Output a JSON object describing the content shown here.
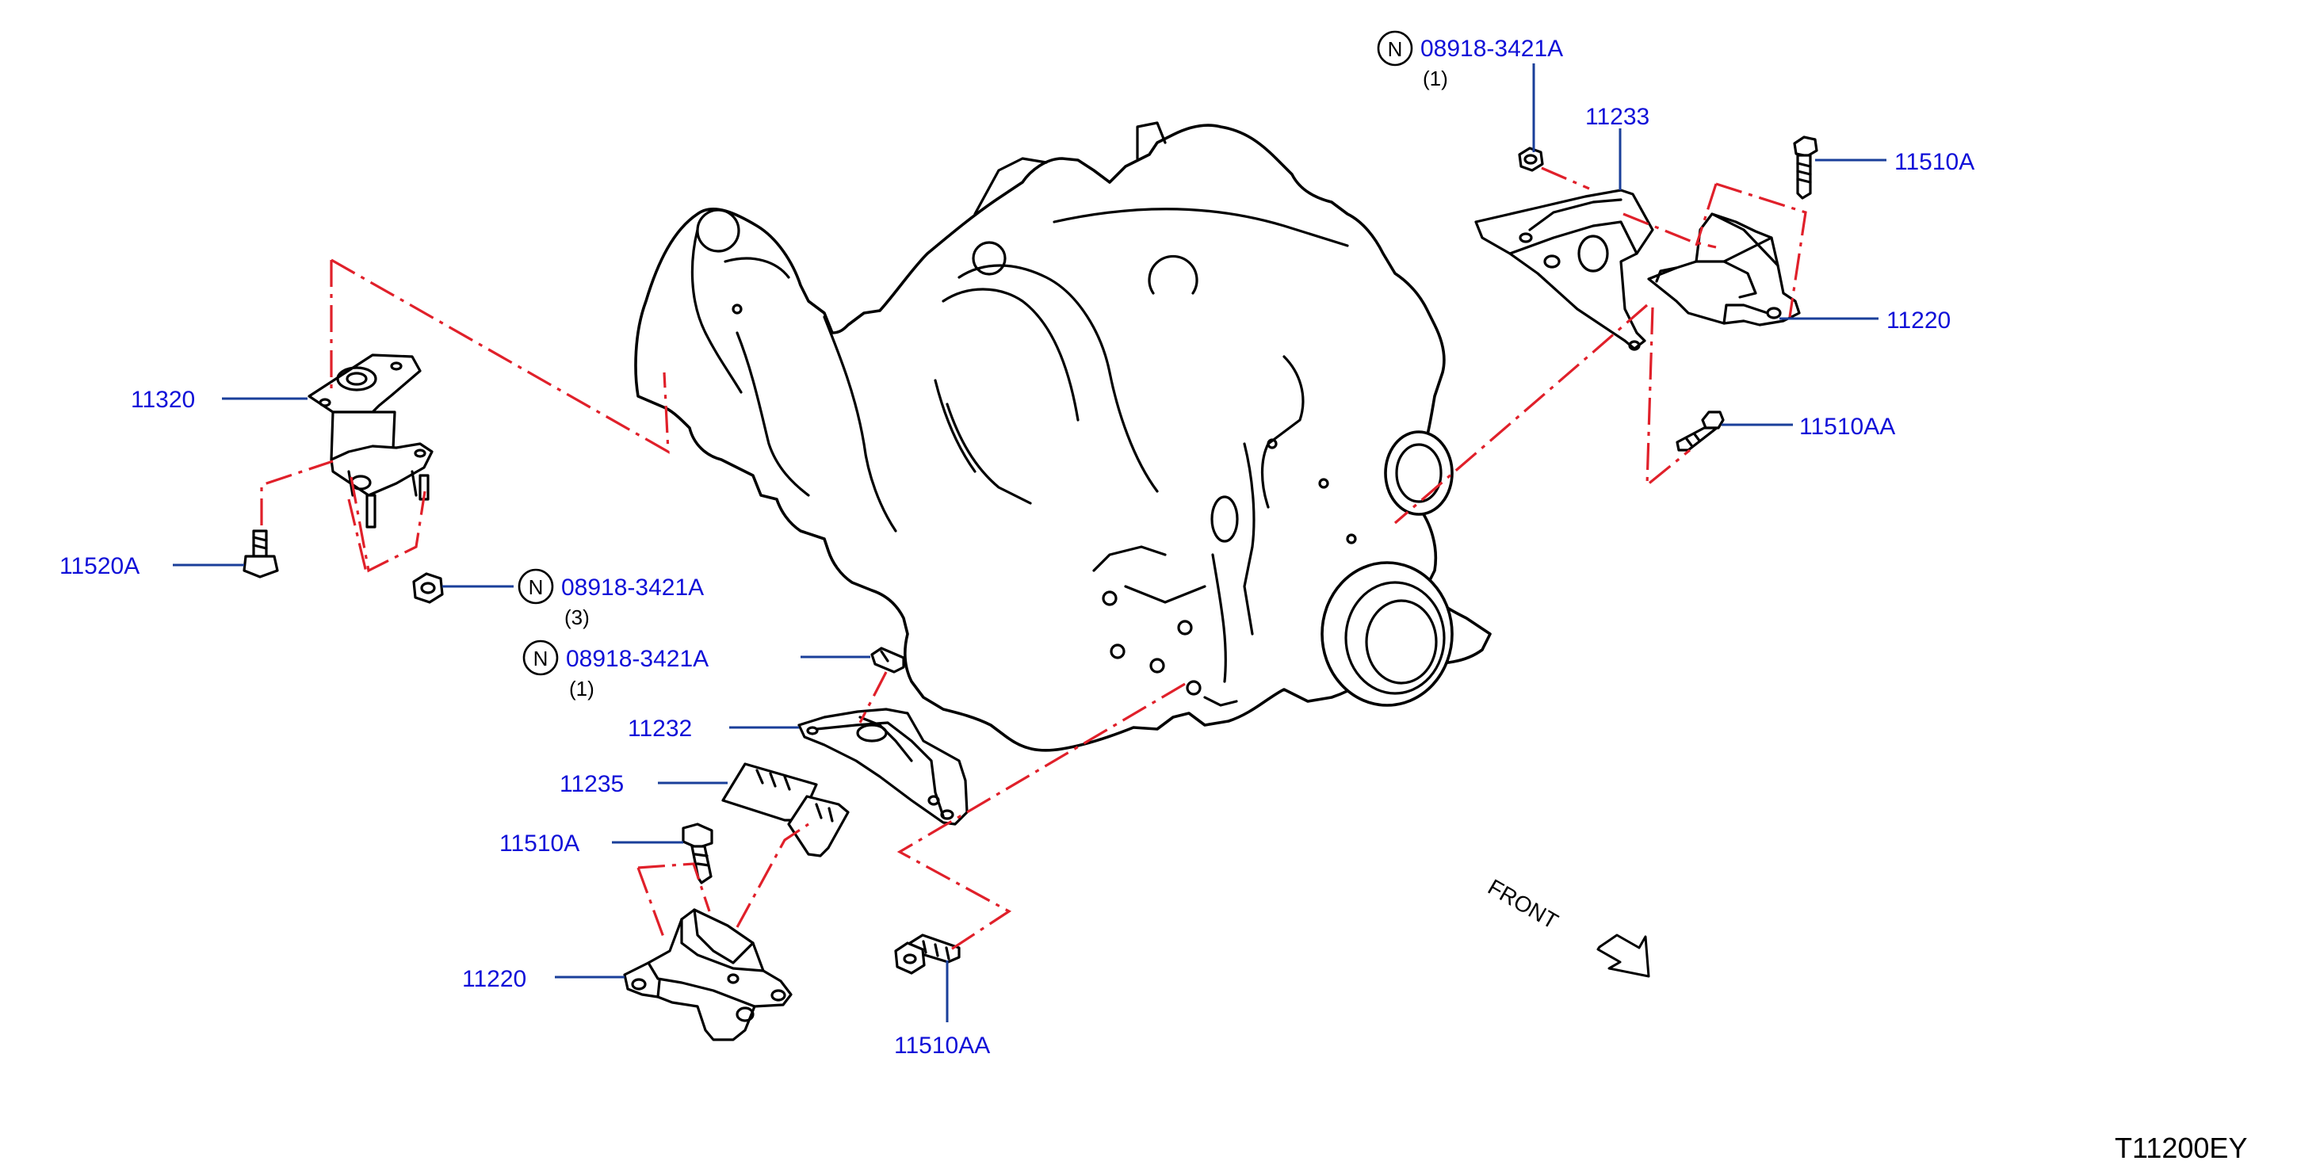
{
  "colors": {
    "label_text": "#1010d8",
    "leader_line": "#1a3f9a",
    "phantom_line": "#e0202a",
    "line_art": "#000000"
  },
  "labels": {
    "nut_top_part": "08918-3421A",
    "nut_top_qty": "(1)",
    "bracket_right": "11233",
    "bolt_right_top": "11510A",
    "mount_right": "11220",
    "bolt_right_lower": "11510AA",
    "insulator_left": "11320",
    "bolt_left": "11520A",
    "nut_left_part": "08918-3421A",
    "nut_left_qty": "(3)",
    "nut_center_part": "08918-3421A",
    "nut_center_qty": "(1)",
    "bracket_front": "11232",
    "heat_shield": "11235",
    "bolt_front_top": "11510A",
    "mount_front": "11220",
    "bolt_front_lower": "11510AA",
    "front_indicator": "FRONT",
    "diagram_code": "T11200EY"
  },
  "nut_symbol_letter": "N",
  "icons": [
    "circled-n-icon",
    "front-arrow-icon"
  ]
}
